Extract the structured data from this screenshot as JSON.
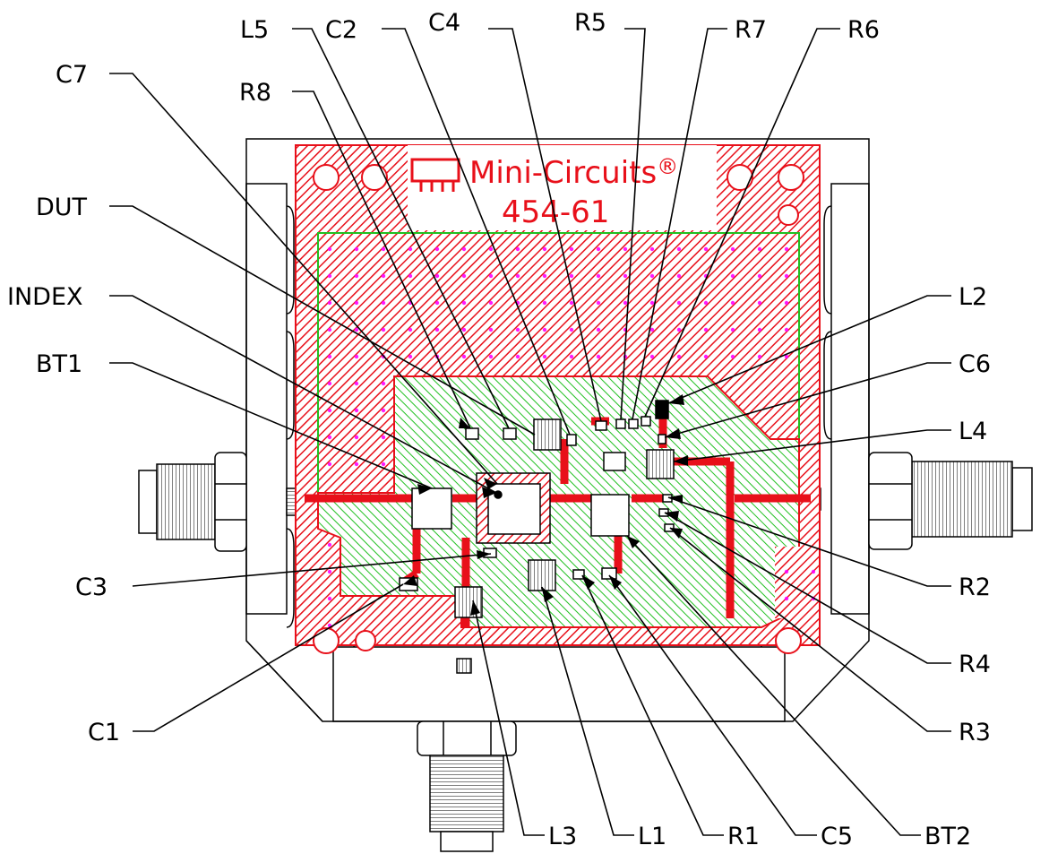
{
  "board": {
    "brand": "Mini-Circuits",
    "registered": "®",
    "part_number": "454-61",
    "colors": {
      "copper_red": "#e8101a",
      "fill_green": "#22c022",
      "via_magenta": "#ff00ff",
      "outline": "#000000"
    }
  },
  "callouts": {
    "c7": "C7",
    "r8": "R8",
    "l5": "L5",
    "c2": "C2",
    "c4": "C4",
    "r5": "R5",
    "r7": "R7",
    "r6": "R6",
    "dut": "DUT",
    "index": "INDEX",
    "bt1": "BT1",
    "c3": "C3",
    "c1": "C1",
    "l2": "L2",
    "c6": "C6",
    "l4": "L4",
    "r2": "R2",
    "r4": "R4",
    "r3": "R3",
    "l3": "L3",
    "l1": "L1",
    "r1": "R1",
    "c5": "C5",
    "bt2": "BT2"
  },
  "icons": [
    "chip-logo-icon",
    "mounting-hole-icon",
    "sma-connector-icon",
    "arrowhead-icon"
  ]
}
